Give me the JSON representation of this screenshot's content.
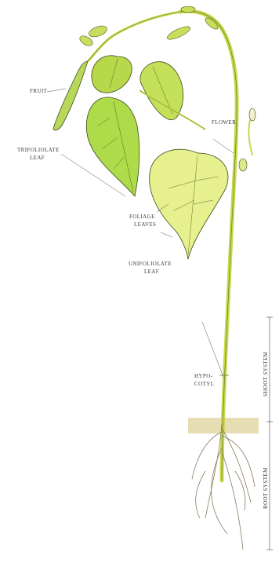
{
  "diagram": {
    "labels": {
      "fruit": "FRUIT",
      "trifoliolate_1": "TRIFOLIOLATE",
      "trifoliolate_2": "LEAF",
      "flower": "FLOWER",
      "foliage_1": "FOLIAGE",
      "foliage_2": "LEAVES",
      "unifoliolate_1": "UNIFOLIOLATE",
      "unifoliolate_2": "LEAF",
      "hypocotyl_1": "HYPO-",
      "hypocotyl_2": "COTYL",
      "shoot_system": "SHOOT SYSTEM",
      "root_system": "ROOT SYSTEM"
    },
    "colors": {
      "leaf_fill": "#b6d84a",
      "leaf_light": "#dcec86",
      "stem": "#c9d94a",
      "outline": "#3b4a1a",
      "soil": "#d8c88a",
      "root": "#8c7a5c"
    }
  }
}
